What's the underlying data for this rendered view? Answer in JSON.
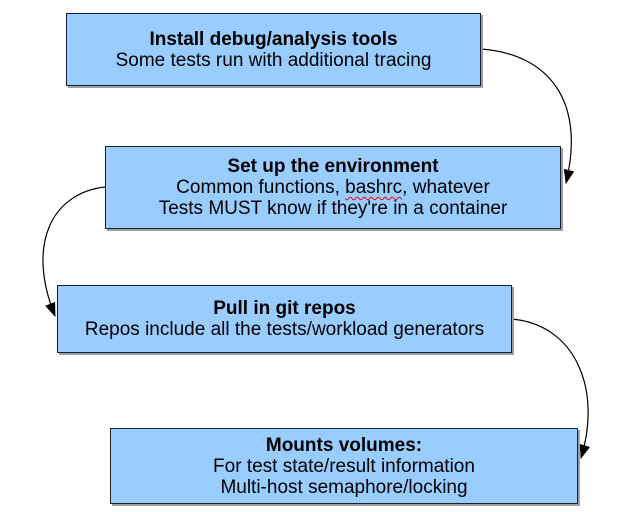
{
  "diagram": {
    "type": "flowchart",
    "background_color": "#ffffff",
    "box_fill_color": "#99ccff",
    "box_border_color": "#16202b",
    "arrow_color": "#000000",
    "spellcheck_underline_color": "#ff0000"
  },
  "boxes": [
    {
      "id": "install-tools",
      "title": "Install debug/analysis tools",
      "lines": [
        "Some tests run with additional tracing"
      ]
    },
    {
      "id": "setup-environment",
      "title": "Set up the environment",
      "line_spellcheck": {
        "before": "Common functions, ",
        "word": "bashrc",
        "after": ", whatever"
      },
      "lines": [
        "Tests MUST know if they're in a container"
      ]
    },
    {
      "id": "pull-git-repos",
      "title": "Pull in git repos",
      "lines": [
        "Repos include all the tests/workload generators"
      ]
    },
    {
      "id": "mount-volumes",
      "title": "Mounts volumes:",
      "lines": [
        "For test state/result information",
        "Multi-host semaphore/locking"
      ]
    }
  ],
  "arrows": [
    {
      "from": "install-tools",
      "to": "setup-environment",
      "side": "right"
    },
    {
      "from": "setup-environment",
      "to": "pull-git-repos",
      "side": "left"
    },
    {
      "from": "pull-git-repos",
      "to": "mount-volumes",
      "side": "right"
    }
  ]
}
